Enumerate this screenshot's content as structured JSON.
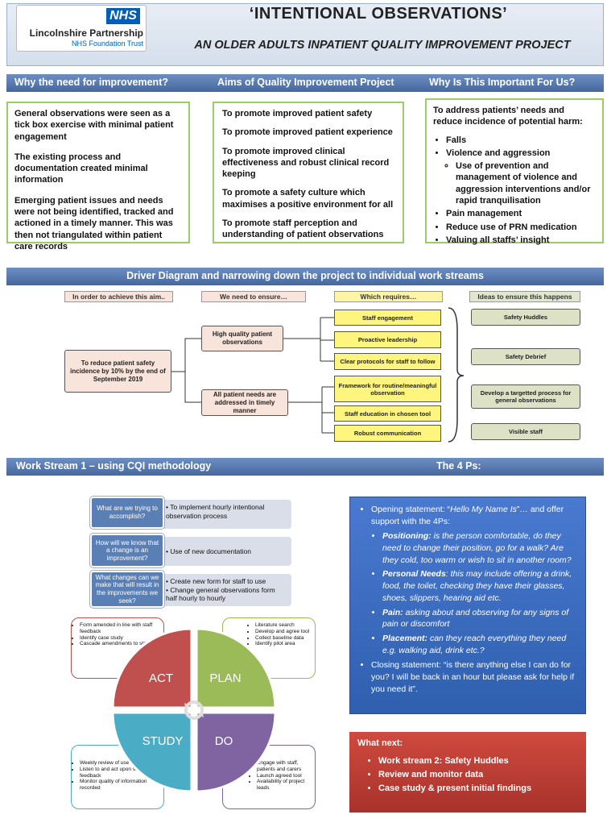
{
  "header": {
    "logo_nhs": "NHS",
    "logo_line1": "Lincolnshire Partnership",
    "logo_line2": "NHS Foundation Trust",
    "title": "‘INTENTIONAL OBSERVATIONS’",
    "subtitle": "AN OLDER ADULTS INPATIENT QUALITY IMPROVEMENT PROJECT"
  },
  "section1": {
    "heading_why": "Why the need for improvement?",
    "heading_aims": "Aims of Quality Improvement Project",
    "heading_important": "Why Is This Important For Us?",
    "why_items": [
      "General observations were seen as a tick box exercise with minimal patient engagement",
      "The existing process and documentation created minimal information",
      "Emerging patient issues and needs were not being identified, tracked and actioned in a timely manner. This was then not triangulated within patient care records"
    ],
    "aims_items": [
      "To promote improved patient safety",
      "To promote improved patient experience",
      "To promote improved clinical effectiveness and robust clinical record keeping",
      "To promote a safety culture which maximises a positive environment for all",
      "To promote staff perception and understanding of patient observations"
    ],
    "important_intro": "To address patients’ needs and reduce incidence of potential harm:",
    "important_list": [
      "Falls",
      "Violence and aggression"
    ],
    "important_sub": "Use of prevention and management of violence and aggression interventions and/or rapid tranquilisation",
    "important_list2": [
      "Pain management",
      "Reduce use of PRN medication",
      "Valuing all staffs’ insight"
    ]
  },
  "driver": {
    "heading": "Driver Diagram and narrowing down the project to individual work streams",
    "col_headers": [
      "In order to achieve this aim..",
      "We need to ensure…",
      "Which requires…",
      "Ideas to ensure this happens"
    ],
    "aim": "To reduce patient safety incidence by 10% by the end of September 2019",
    "drivers": [
      "High quality patient observations",
      "All patient needs are addressed in timely manner"
    ],
    "requires": [
      "Staff engagement",
      "Proactive leadership",
      "Clear protocols for staff to follow",
      "Framework for routine/meaningful observation",
      "Staff education in chosen tool",
      "Robust communication"
    ],
    "ideas": [
      "Safety Huddles",
      "Safety Debrief",
      "Develop a targetted process for general observations",
      "Visible staff"
    ]
  },
  "workstream": {
    "heading": "Work Stream 1 – using CQI methodology",
    "heading_4ps": "The 4 Ps:",
    "questions": [
      {
        "q": "What are we trying to accomplish?",
        "a": [
          "To implement hourly intentional observation process"
        ]
      },
      {
        "q": "How will we know that a change is an improvement?",
        "a": [
          "Use of new documentation"
        ]
      },
      {
        "q": "What changes can we make that will result in the improvements we seek?",
        "a": [
          "Create new form for staff to use",
          "Change general observations form half hourly to hourly"
        ]
      }
    ],
    "pdsa": {
      "act": "ACT",
      "plan": "PLAN",
      "study": "STUDY",
      "do": "DO",
      "act_notes": [
        "Form amended in line with staff feedback",
        "Identify case study",
        "Cascade amendments to staff"
      ],
      "plan_notes": [
        "Literature search",
        "Develop and agree tool",
        "Collect baseline data",
        "Identify pilot area"
      ],
      "study_notes": [
        "Weekly review of use with staff",
        "Listen to and act upon staff feedback",
        "Monitor quality of information recorded"
      ],
      "do_notes": [
        "Engage with staff, patients and carers",
        "Launch agreed tool",
        "Availability of project leads"
      ]
    }
  },
  "fourps": {
    "opening_a": "Opening statement: “",
    "opening_quote": "Hello My Name Is",
    "opening_b": "”… and offer support with the 4Ps:",
    "items": [
      {
        "label": "Positioning:",
        "text": " is the person comfortable, do they need to change their position, go for a walk? Are they cold, too warm or wish to sit in another room?"
      },
      {
        "label": "Personal Needs",
        "text": ": this may include offering a drink, food, the toilet, checking they have their glasses, shoes, slippers, hearing aid etc."
      },
      {
        "label": "Pain:",
        "text": " asking about and observing for any signs of pain or discomfort"
      },
      {
        "label": "Placement:",
        "text": " can they reach everything they need e.g. walking aid, drink etc.?"
      }
    ],
    "closing": "Closing statement: “is there anything else I can do for you? I will be back in an hour but please ask for help if you need it”."
  },
  "whatnext": {
    "heading": "What next:",
    "items": [
      "Work stream 2: Safety Huddles",
      "Review and monitor data",
      "Case study & present initial findings"
    ]
  },
  "colors": {
    "blue_bar": "#46679d",
    "green_border": "#9ccc65",
    "act": "#c45450",
    "plan": "#9bbb59",
    "study": "#4bacc6",
    "do": "#8064a2",
    "what_next": "#b83a32"
  }
}
